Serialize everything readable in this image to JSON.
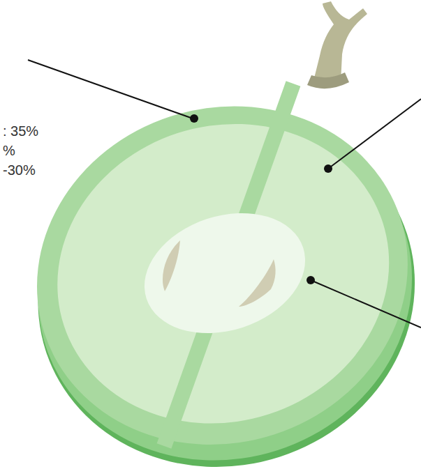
{
  "diagram": {
    "labels": [
      ": 35%",
      "%",
      "-30%"
    ]
  }
}
